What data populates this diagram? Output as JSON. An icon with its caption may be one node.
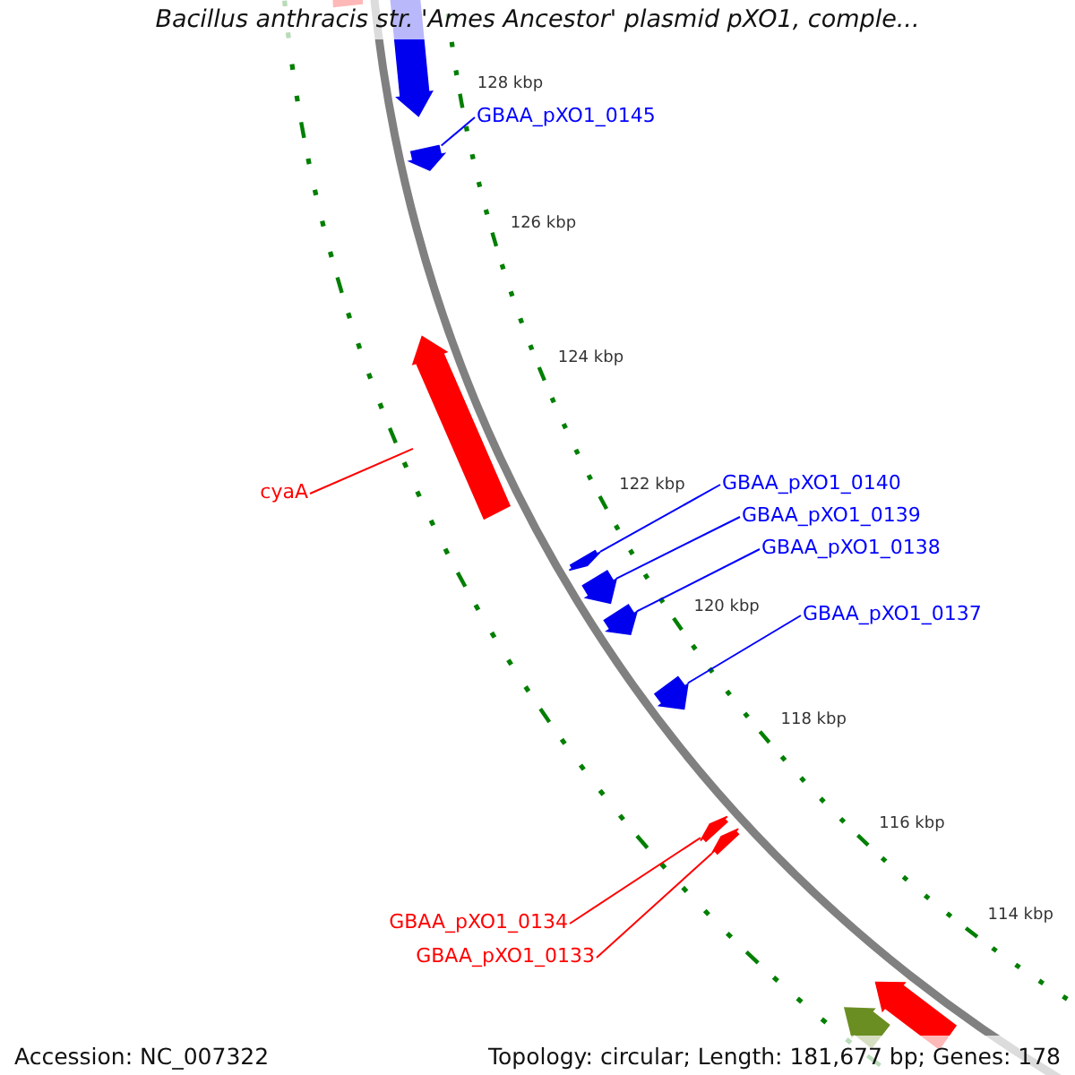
{
  "diagram": {
    "title": "Bacillus anthracis str. 'Ames Ancestor' plasmid pXO1, comple...",
    "nodes": [
      {
        "text": [
          "GBAA_pXO1_0145"
        ]
      },
      {
        "text": [
          "cyaA"
        ]
      },
      {
        "text": [
          "GBAA_pXO1_0140"
        ]
      },
      {
        "text": [
          "GBAA_pXO1_0139"
        ]
      },
      {
        "text": [
          "GBAA_pXO1_0138"
        ]
      },
      {
        "text": [
          "GBAA_pXO1_0137"
        ]
      },
      {
        "text": [
          "GBAA_pXO1_0134"
        ]
      },
      {
        "text": [
          "GBAA_pXO1_0133"
        ]
      },
      {
        "text": [],
        "shape": "arrow"
      },
      {
        "text": [],
        "shape": "arrow"
      },
      {
        "text": [],
        "shape": "arrow"
      },
      {
        "text": [],
        "shape": "arrow"
      },
      {
        "text": [],
        "shape": "arrow"
      },
      {
        "text": [],
        "shape": "arrow"
      },
      {
        "text": [],
        "shape": "arrow"
      },
      {
        "text": [],
        "shape": "arrow"
      }
    ],
    "edges": [
      {
        "from": 0,
        "to": 8,
        "arrow": "none"
      },
      {
        "from": 1,
        "to": 9,
        "arrow": "none",
        "color": "#ff0000"
      },
      {
        "from": 2,
        "to": 10,
        "arrow": "none"
      },
      {
        "from": 3,
        "to": 11,
        "arrow": "none"
      },
      {
        "from": 4,
        "to": 12,
        "arrow": "none"
      },
      {
        "from": 5,
        "to": 13,
        "arrow": "none"
      },
      {
        "from": 6,
        "to": 14,
        "arrow": "none",
        "color": "#ff0000"
      },
      {
        "from": 7,
        "to": 15,
        "arrow": "none",
        "color": "#ff0000"
      }
    ],
    "labels": [
      "128 kbp",
      "126 kbp",
      "124 kbp",
      "122 kbp",
      "120 kbp",
      "118 kbp",
      "116 kbp",
      "114 kbp",
      "Accession: NC_007322",
      "Topology: circular; Length: 181,677 bp; Genes: 178"
    ]
  }
}
